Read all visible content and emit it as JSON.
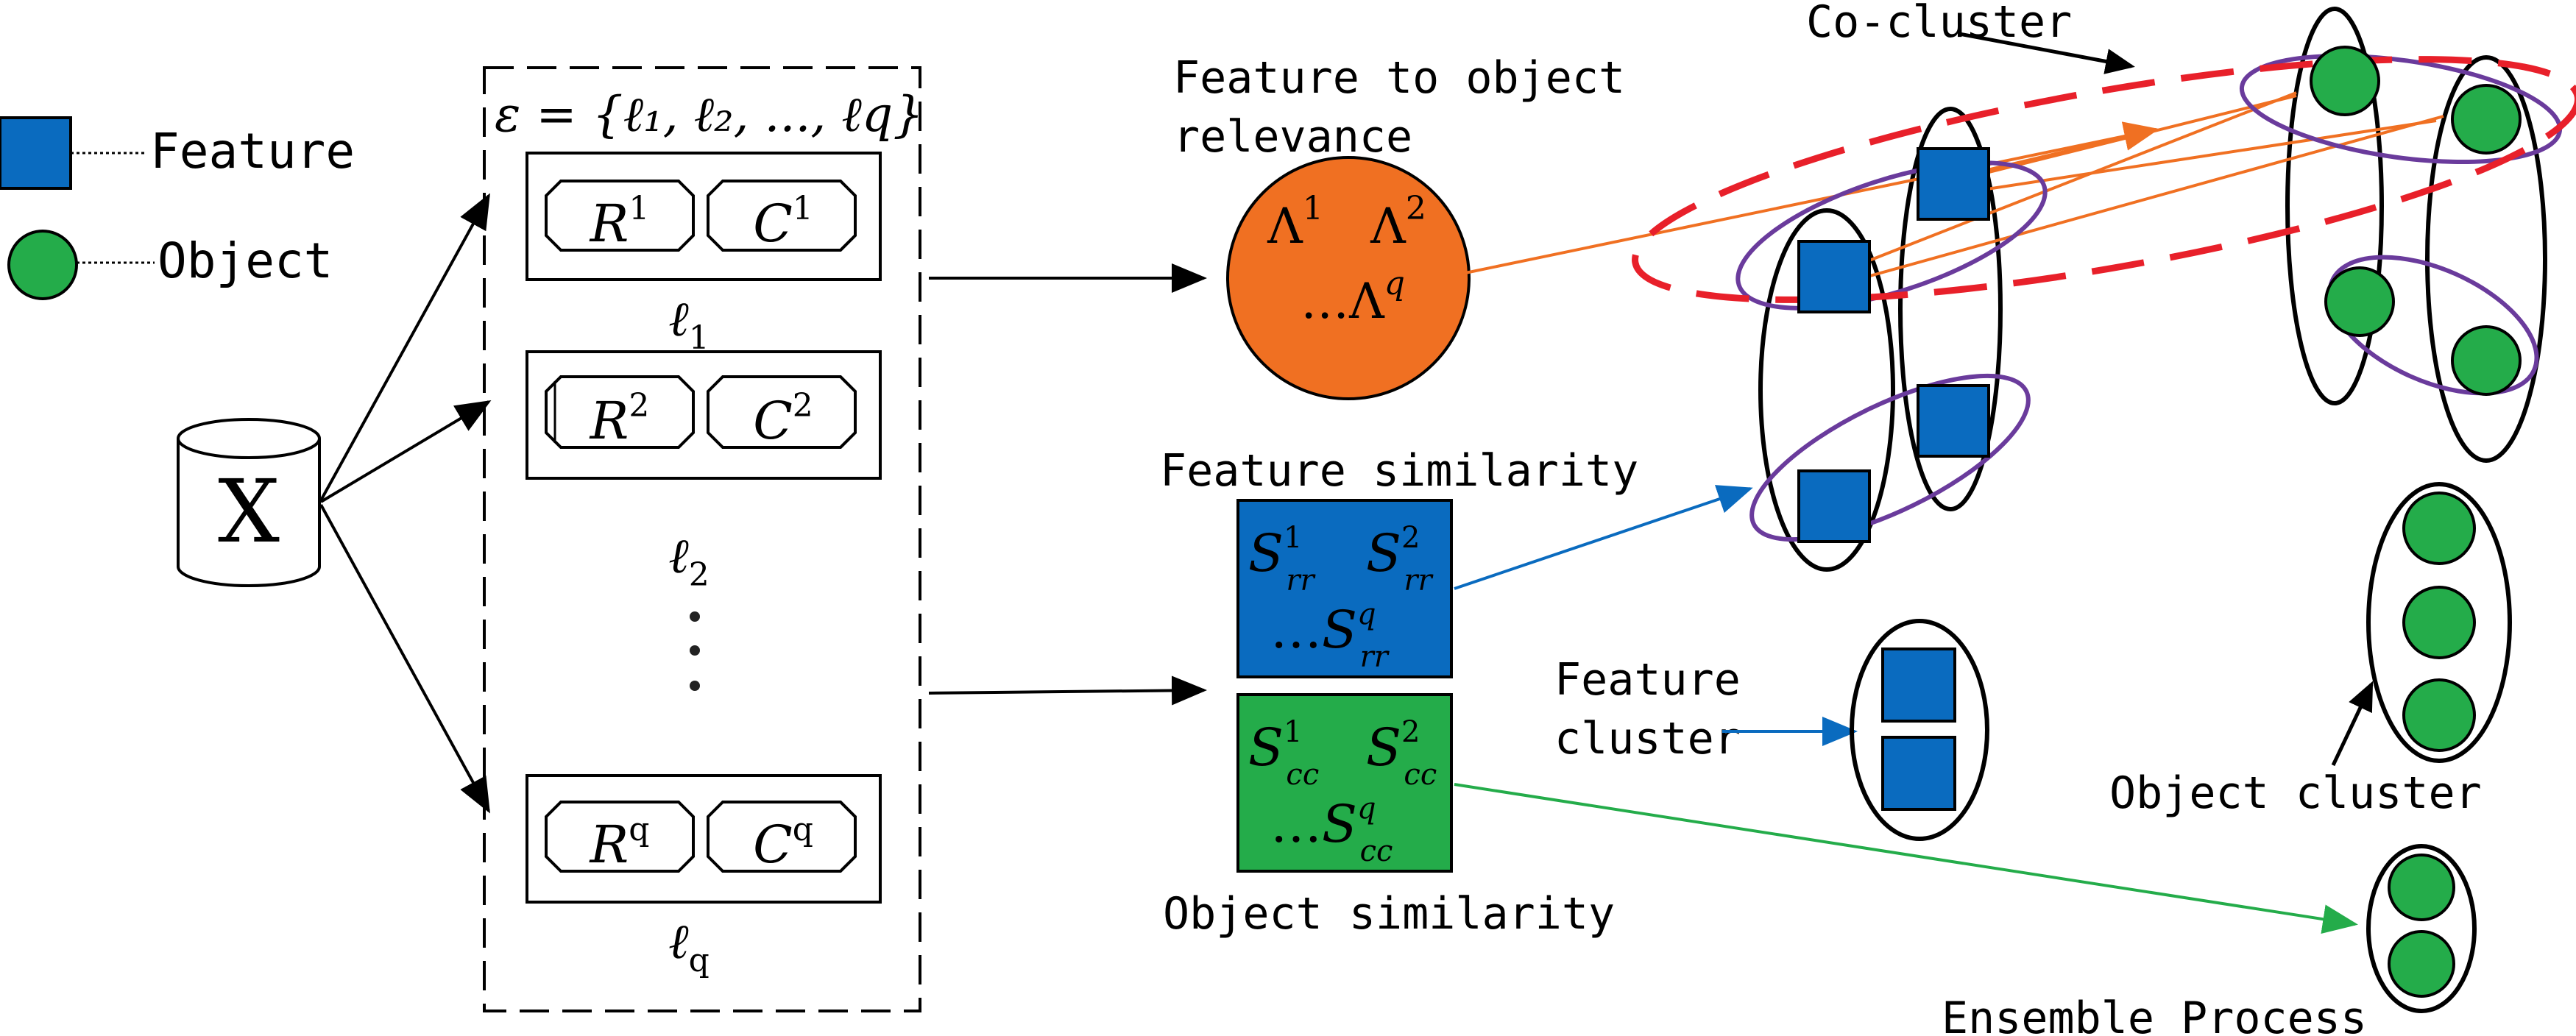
{
  "legend": {
    "feature_label": "Feature",
    "object_label": "Object"
  },
  "colors": {
    "feature_blue": "#0a6bbf",
    "object_green": "#24ac4a",
    "relevance_orange": "#f07022",
    "cocluster_red": "#e8202a",
    "cluster_purple": "#6a3b9c",
    "arrow_blue": "#0a6bbf",
    "arrow_green": "#24ac4a",
    "arrow_orange": "#f07022"
  },
  "ensemble": {
    "set_expr": "ε = {ℓ₁, ℓ₂, ..., ℓq}",
    "data_label": "X",
    "members": [
      {
        "r_base": "R",
        "r_sup": "1",
        "c_base": "C",
        "c_sup": "1",
        "caption_base": "ℓ",
        "caption_sub": "1"
      },
      {
        "r_base": "R",
        "r_sup": "2",
        "c_base": "C",
        "c_sup": "2",
        "caption_base": "ℓ",
        "caption_sub": "2"
      },
      {
        "r_base": "R",
        "r_sup": "q",
        "c_base": "C",
        "c_sup": "q",
        "caption_base": "ℓ",
        "caption_sub": "q"
      }
    ],
    "ellipsis": "⋮"
  },
  "relevance": {
    "title_line1": "Feature to object",
    "title_line2": "relevance",
    "lambda1": "Λ",
    "lambda1_sup": "1",
    "lambda2": "Λ",
    "lambda2_sup": "2",
    "lambdaq_prefix": "…",
    "lambdaq": "Λ",
    "lambdaq_sup": "q"
  },
  "feature_similarity": {
    "title": "Feature similarity",
    "s1": "S",
    "s1_sup": "1",
    "s1_sub": "rr",
    "s2": "S",
    "s2_sup": "2",
    "s2_sub": "rr",
    "sq_prefix": "…",
    "sq": "S",
    "sq_sup": "q",
    "sq_sub": "rr"
  },
  "object_similarity": {
    "title": "Object similarity",
    "s1": "S",
    "s1_sup": "1",
    "s1_sub": "cc",
    "s2": "S",
    "s2_sup": "2",
    "s2_sub": "cc",
    "sq_prefix": "…",
    "sq": "S",
    "sq_sup": "q",
    "sq_sub": "cc"
  },
  "results": {
    "co_cluster_label": "Co-cluster",
    "feature_cluster_line1": "Feature",
    "feature_cluster_line2": "cluster",
    "object_cluster_label": "Object cluster",
    "ensemble_process_label": "Ensemble Process"
  }
}
